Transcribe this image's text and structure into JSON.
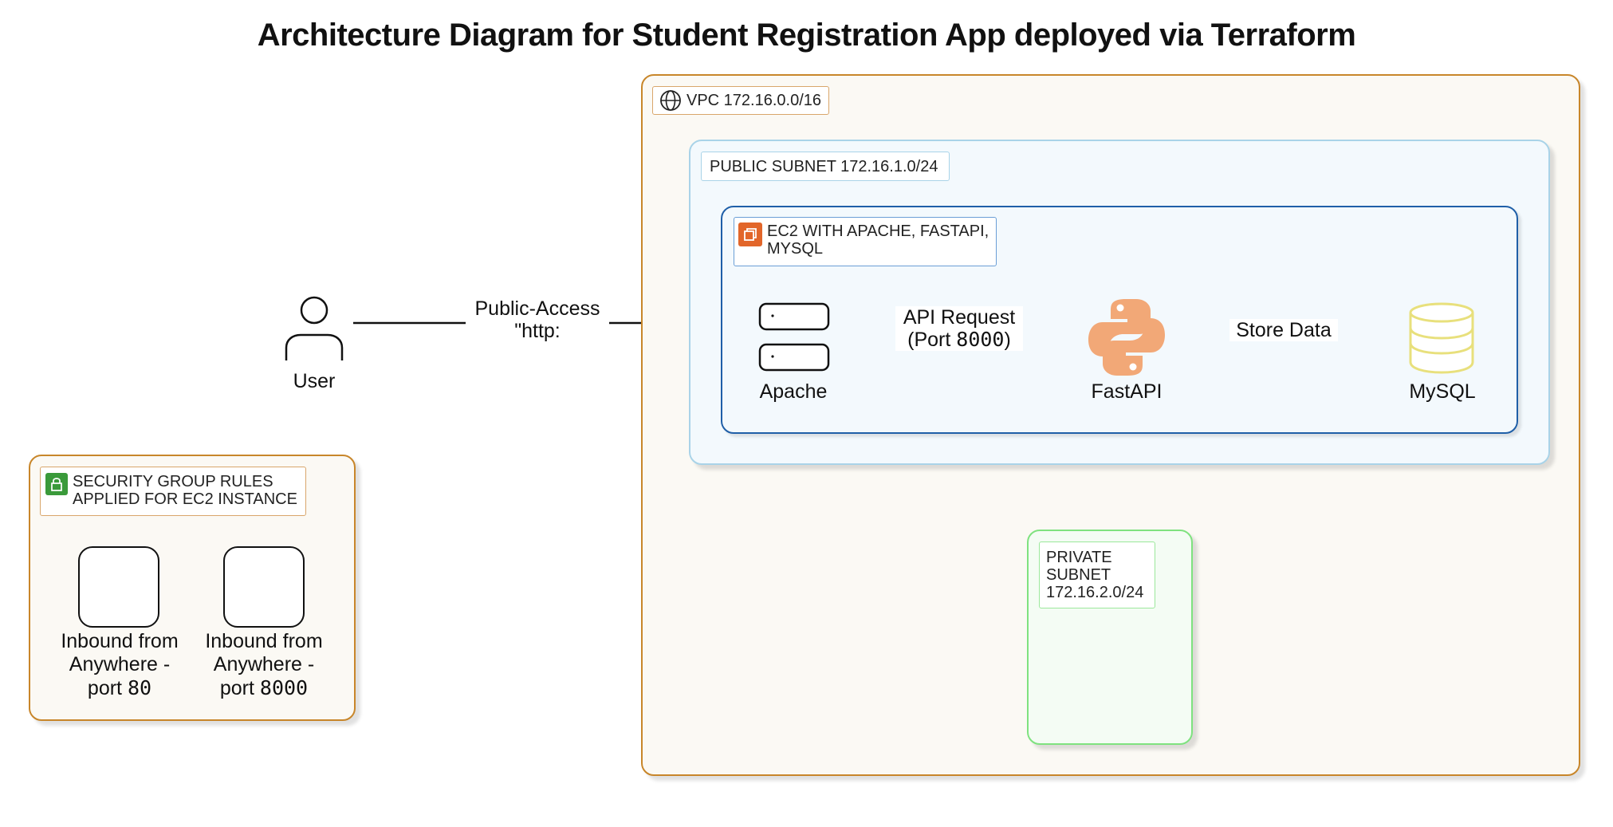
{
  "title": "Architecture Diagram for Student Registration App deployed via Terraform",
  "user": {
    "label": "User"
  },
  "connector_user": {
    "line1": "Public-Access",
    "line2": "\"http:"
  },
  "vpc": {
    "label": "VPC 172.16.0.0/16",
    "icon": "globe-icon"
  },
  "public_subnet": {
    "label": "PUBLIC SUBNET 172.16.1.0/24"
  },
  "ec2": {
    "line1": "EC2 WITH APACHE, FASTAPI,",
    "line2": "MYSQL",
    "icon": "ec2-instance-icon"
  },
  "apache": {
    "label": "Apache",
    "icon": "server-icon"
  },
  "fastapi": {
    "label": "FastAPI",
    "icon": "python-icon"
  },
  "mysql": {
    "label": "MySQL",
    "icon": "database-icon"
  },
  "connector_api": {
    "line1": "API Request",
    "line2_prefix": "(Port ",
    "line2_port": "8000",
    "line2_suffix": ")"
  },
  "connector_store": {
    "label": "Store Data"
  },
  "private_subnet": {
    "line1": "PRIVATE",
    "line2": "SUBNET",
    "line3": "172.16.2.0/24"
  },
  "security_group": {
    "line1": "SECURITY GROUP RULES",
    "line2": "APPLIED FOR EC2 INSTANCE",
    "icon": "lock-icon",
    "rules": [
      {
        "line1": "Inbound from",
        "line2": "Anywhere -",
        "line3_prefix": "port ",
        "line3_port": "80"
      },
      {
        "line1": "Inbound from",
        "line2": "Anywhere -",
        "line3_prefix": "port ",
        "line3_port": "8000"
      }
    ]
  },
  "colors": {
    "vpc_border": "#c8862a",
    "vpc_fill": "#fbf9f4",
    "public_border": "#a9d3e8",
    "public_fill": "#f3f9fd",
    "ec2_border": "#1f5fa8",
    "private_border": "#7fe27f",
    "private_fill": "#f4fcf4",
    "python_fill": "#f2a877",
    "mysql_stroke": "#e8e07c",
    "ec2_icon": "#e2662a",
    "lock_icon": "#3a9a3a"
  }
}
